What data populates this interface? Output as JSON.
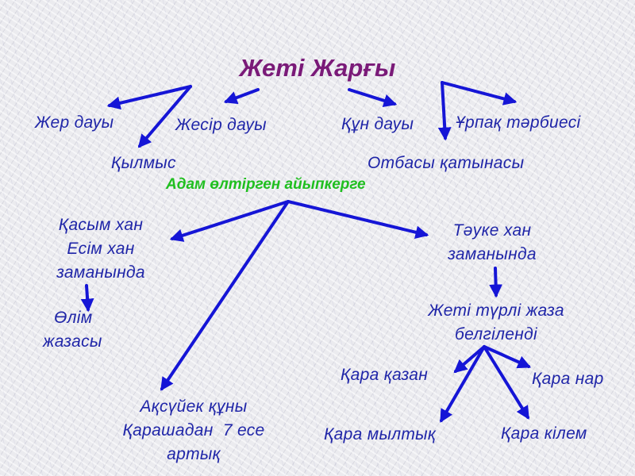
{
  "title": "Жеті Жарғы",
  "labels": {
    "jer_dauy": "Жер дауы",
    "jesir_dauy": "Жесір дауы",
    "qun_dauy": "Құн дауы",
    "urpaq": "Ұрпақ тәрбиесі",
    "qylmys": "Қылмыс",
    "otbasy": "Отбасы қатынасы",
    "adam": "Адам өлтірген айыпкерге",
    "qasym_lines": [
      "Қасым хан",
      "Есім хан",
      "заманында"
    ],
    "olim_lines": [
      "Өлім",
      "жазасы"
    ],
    "tauke_lines": [
      "Тәуке хан",
      "заманында"
    ],
    "jeti_lines": [
      "Жеті түрлі жаза",
      "белгіленді"
    ],
    "qara_qazan": "Қара қазан",
    "qara_nar": "Қара нар",
    "qara_myltyq": "Қара мылтық",
    "qara_kilem": "Қара кілем",
    "aksuiek_lines": [
      "Ақсүйек құны",
      "Қарашадан  7 есе",
      "артық"
    ]
  },
  "colors": {
    "arrow": "#1515d6",
    "label_text": "#1f25a8",
    "title": "#7a1a78",
    "highlight": "#1fbf1f"
  }
}
